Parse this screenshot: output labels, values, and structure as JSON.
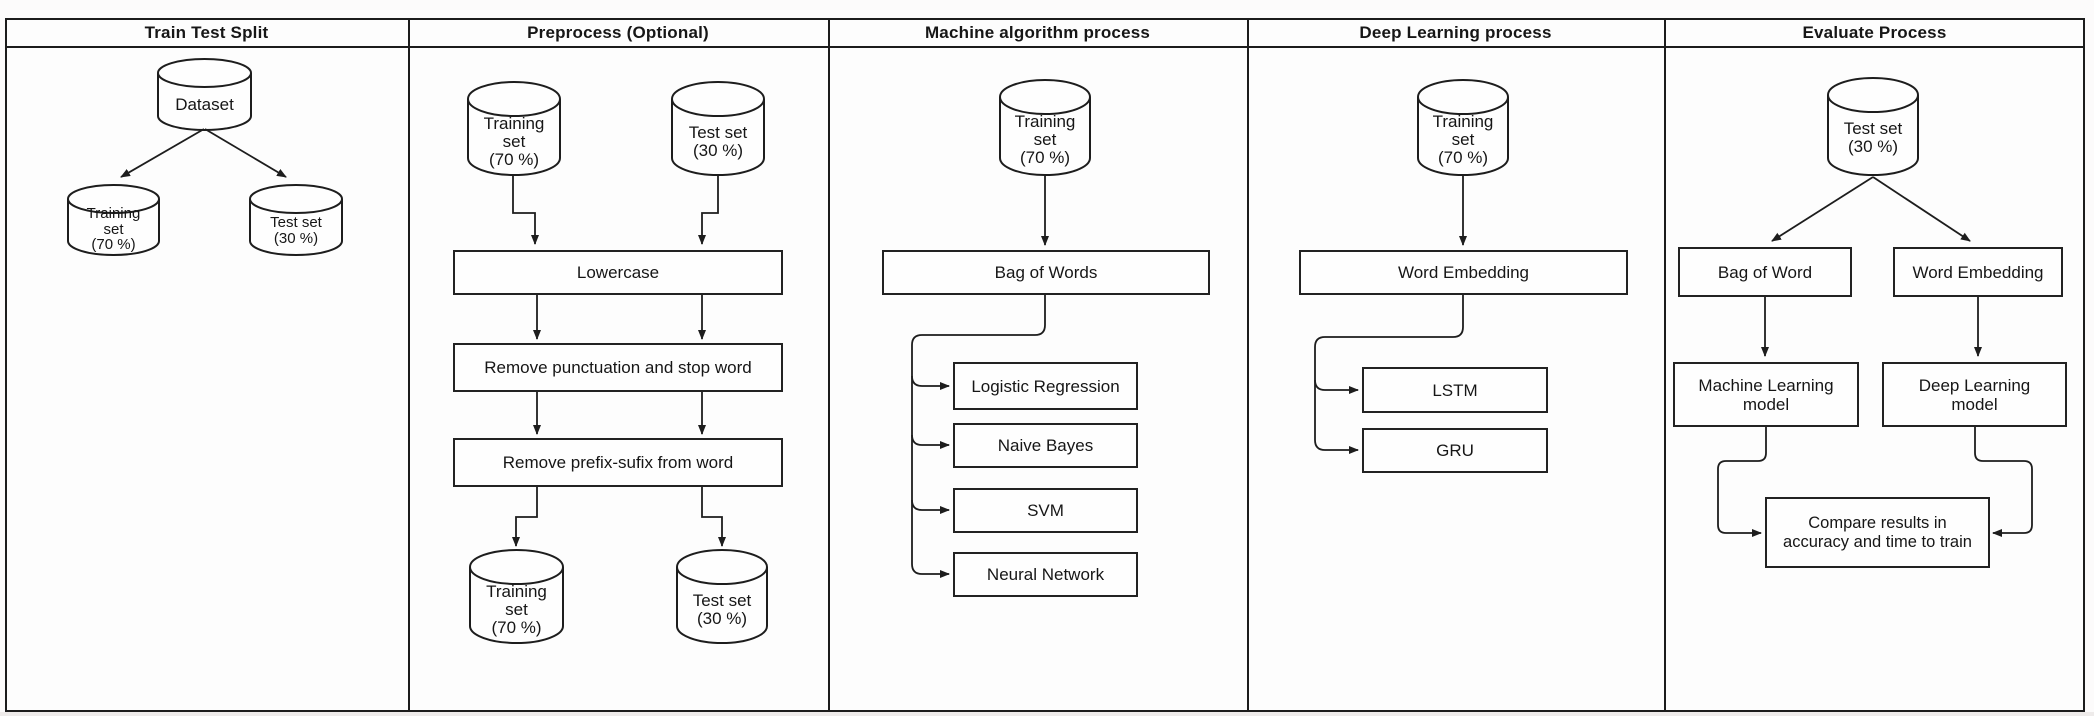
{
  "lanes": [
    {
      "title": "Train Test Split",
      "dataset": {
        "label": "Dataset"
      },
      "training": {
        "lines": [
          "Training",
          "set",
          "(70 %)"
        ]
      },
      "test": {
        "lines": [
          "Test set",
          "(30 %)"
        ]
      }
    },
    {
      "title": "Preprocess (Optional)",
      "training_in": {
        "lines": [
          "Training",
          "set",
          "(70 %)"
        ]
      },
      "test_in": {
        "lines": [
          "Test set",
          "(30 %)"
        ]
      },
      "steps": [
        "Lowercase",
        "Remove punctuation and stop word",
        "Remove prefix-sufix from word"
      ],
      "training_out": {
        "lines": [
          "Training",
          "set",
          "(70 %)"
        ]
      },
      "test_out": {
        "lines": [
          "Test set",
          "(30 %)"
        ]
      }
    },
    {
      "title": "Machine algorithm process",
      "training": {
        "lines": [
          "Training",
          "set",
          "(70 %)"
        ]
      },
      "feature": "Bag of Words",
      "algorithms": [
        "Logistic Regression",
        "Naive Bayes",
        "SVM",
        "Neural Network"
      ]
    },
    {
      "title": "Deep Learning process",
      "training": {
        "lines": [
          "Training",
          "set",
          "(70 %)"
        ]
      },
      "feature": "Word Embedding",
      "models": [
        "LSTM",
        "GRU"
      ]
    },
    {
      "title": "Evaluate Process",
      "test": {
        "lines": [
          "Test set",
          "(30 %)"
        ]
      },
      "bag_of_word": "Bag of Word",
      "word_embedding": "Word Embedding",
      "ml_model": {
        "lines": [
          "Machine Learning",
          "model"
        ]
      },
      "dl_model": {
        "lines": [
          "Deep Learning",
          "model"
        ]
      },
      "compare": {
        "lines": [
          "Compare results in",
          "accuracy and time to train"
        ]
      }
    }
  ],
  "colors": {
    "line": "#1d1d1d",
    "box_fill": "#fefefe",
    "background": "#fcfbfb"
  }
}
